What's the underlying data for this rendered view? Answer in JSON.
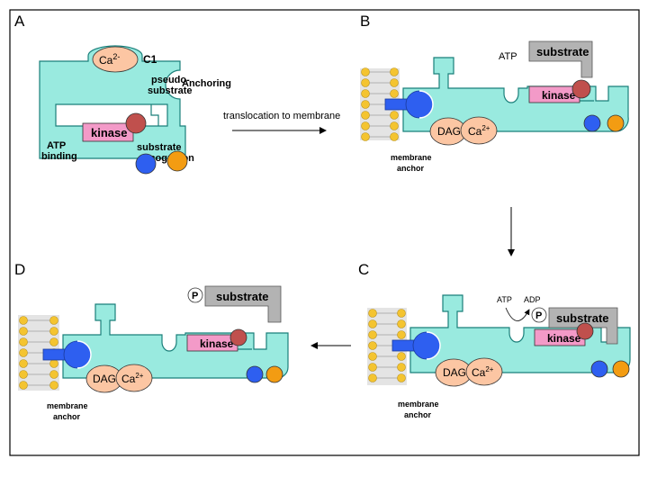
{
  "panels": {
    "a": {
      "letter": "A"
    },
    "b": {
      "letter": "B"
    },
    "c": {
      "letter": "C"
    },
    "d": {
      "letter": "D"
    }
  },
  "labels": {
    "c1": "C1",
    "ca_ion_a": "Ca",
    "ca_ion_a_sup": "2-",
    "pseudo_line1": "pseudo-",
    "pseudo_line2": "substrate",
    "anchoring": "Anchoring",
    "atp_line1": "ATP",
    "atp_line2": "binding",
    "substrate_rec_line1": "substrate",
    "substrate_rec_line2": "recognition",
    "kinase": "kinase",
    "translocation": "translocation to membrane",
    "atp": "ATP",
    "adp": "ADP",
    "substrate": "substrate",
    "dag": "DAG",
    "ca": "Ca",
    "ca_sup": "2+",
    "membrane_line1": "membrane",
    "membrane_line2": "anchor",
    "phospho": "P"
  },
  "colors": {
    "body": "#99eadf",
    "kinase": "#f39ac8",
    "red_ball": "#c0504d",
    "blue_ball": "#2e5ff0",
    "orange_ball": "#f39c12",
    "ion": "#fcc6a3",
    "substrate": "#b3b3b3",
    "lipid_head": "#f4c430",
    "membrane_bg": "#e4e4e4"
  }
}
